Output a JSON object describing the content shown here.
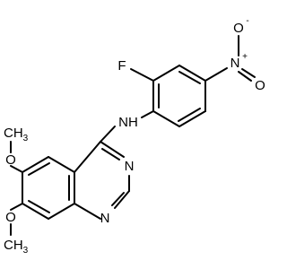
{
  "molecule": {
    "atoms": {
      "fluorine": "F",
      "amine": "NH",
      "nitro_n": "N",
      "nitro_n_charge": "+",
      "nitro_o_top": "O",
      "nitro_o_top_charge": "-",
      "nitro_o_bottom": "O",
      "methoxy1_o": "O",
      "methoxy1_c": "CH",
      "methoxy1_sub": "3",
      "methoxy2_o": "O",
      "methoxy2_c": "CH",
      "methoxy2_sub": "3",
      "ring_n1": "N",
      "ring_n3": "N"
    }
  }
}
